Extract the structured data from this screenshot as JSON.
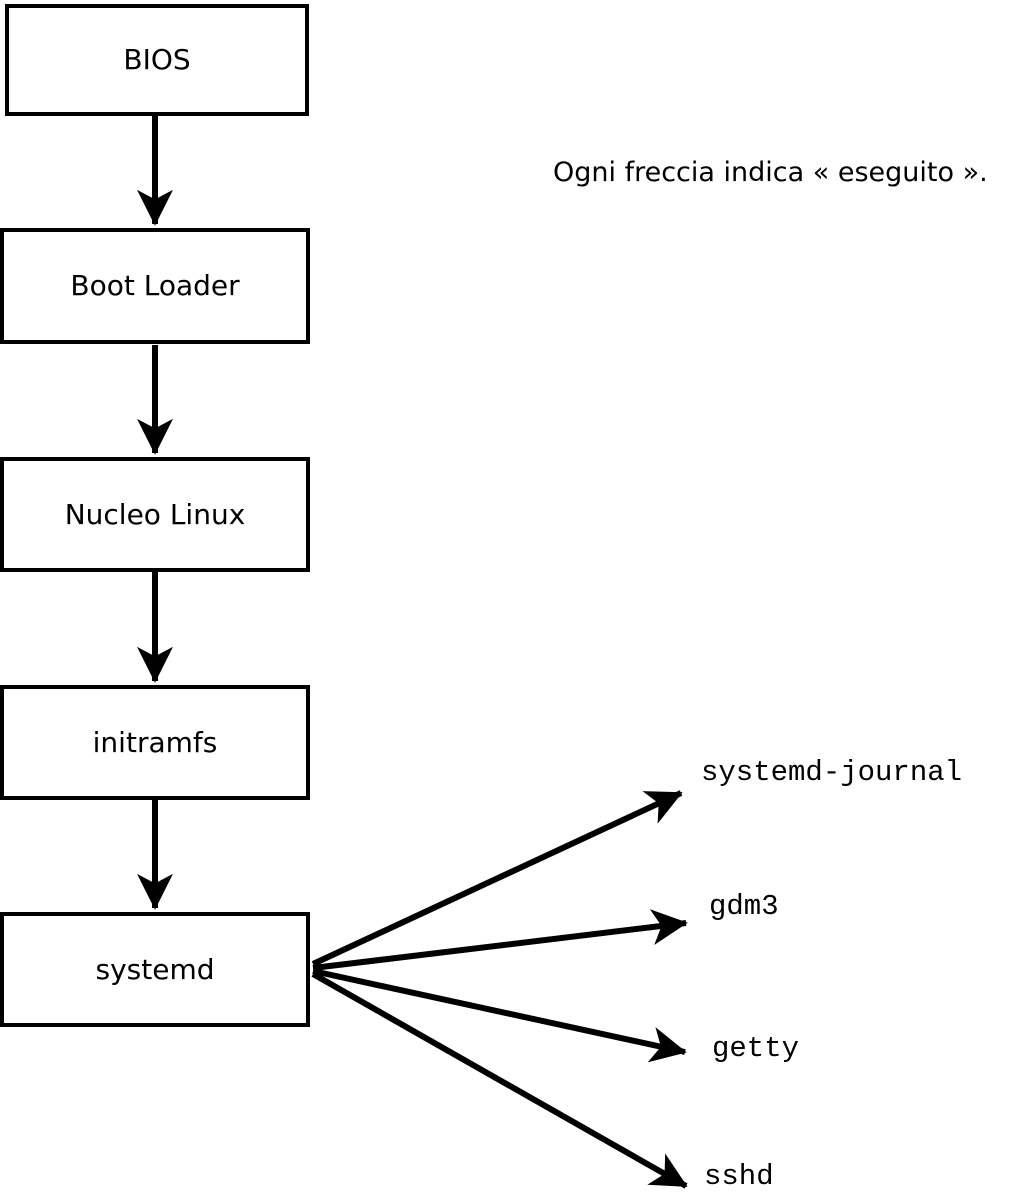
{
  "diagram": {
    "caption": "Ogni freccia indica « eseguito ».",
    "boxes": [
      {
        "label": "BIOS"
      },
      {
        "label": "Boot Loader"
      },
      {
        "label": "Nucleo Linux"
      },
      {
        "label": "initramfs"
      },
      {
        "label": "systemd"
      }
    ],
    "targets": [
      {
        "label": "systemd-journal"
      },
      {
        "label": "gdm3"
      },
      {
        "label": "getty"
      },
      {
        "label": "sshd"
      }
    ],
    "edges": [
      {
        "from": "BIOS",
        "to": "Boot Loader"
      },
      {
        "from": "Boot Loader",
        "to": "Nucleo Linux"
      },
      {
        "from": "Nucleo Linux",
        "to": "initramfs"
      },
      {
        "from": "initramfs",
        "to": "systemd"
      },
      {
        "from": "systemd",
        "to": "systemd-journal"
      },
      {
        "from": "systemd",
        "to": "gdm3"
      },
      {
        "from": "systemd",
        "to": "getty"
      },
      {
        "from": "systemd",
        "to": "sshd"
      }
    ],
    "colors": {
      "ink": "#000000",
      "background": "#ffffff"
    }
  }
}
